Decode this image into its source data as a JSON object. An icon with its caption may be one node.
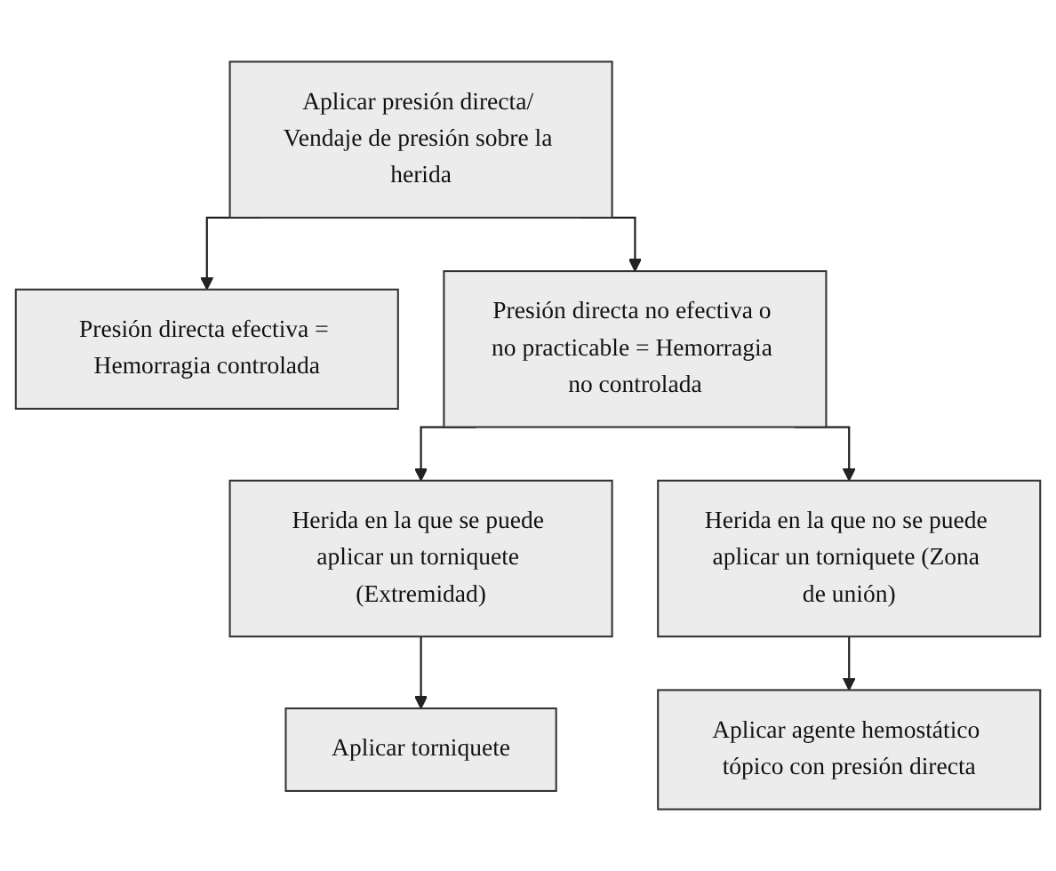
{
  "diagram": {
    "nodes": [
      {
        "text": [
          "Aplicar presión directa/ Vendaje de presión sobre la herida"
        ]
      },
      {
        "text": [
          "Presión directa efectiva = Hemorragia controlada"
        ]
      },
      {
        "text": [
          "Presión directa no efectiva o no practicable = Hemorragia no controlada"
        ]
      },
      {
        "text": [
          "Herida en la que se puede aplicar un torniquete (Extremidad)"
        ]
      },
      {
        "text": [
          "Herida en la que no se puede aplicar un torniquete (Zona de unión)"
        ]
      },
      {
        "text": [
          "Aplicar torniquete"
        ]
      },
      {
        "text": [
          "Aplicar agente hemostático tópico con presión directa"
        ]
      }
    ],
    "edges": [
      {
        "from": 0,
        "to": 1,
        "arrow": "to"
      },
      {
        "from": 0,
        "to": 2,
        "arrow": "to"
      },
      {
        "from": 2,
        "to": 3,
        "arrow": "to"
      },
      {
        "from": 2,
        "to": 4,
        "arrow": "to"
      },
      {
        "from": 3,
        "to": 5,
        "arrow": "to"
      },
      {
        "from": 4,
        "to": 6,
        "arrow": "to"
      }
    ]
  }
}
